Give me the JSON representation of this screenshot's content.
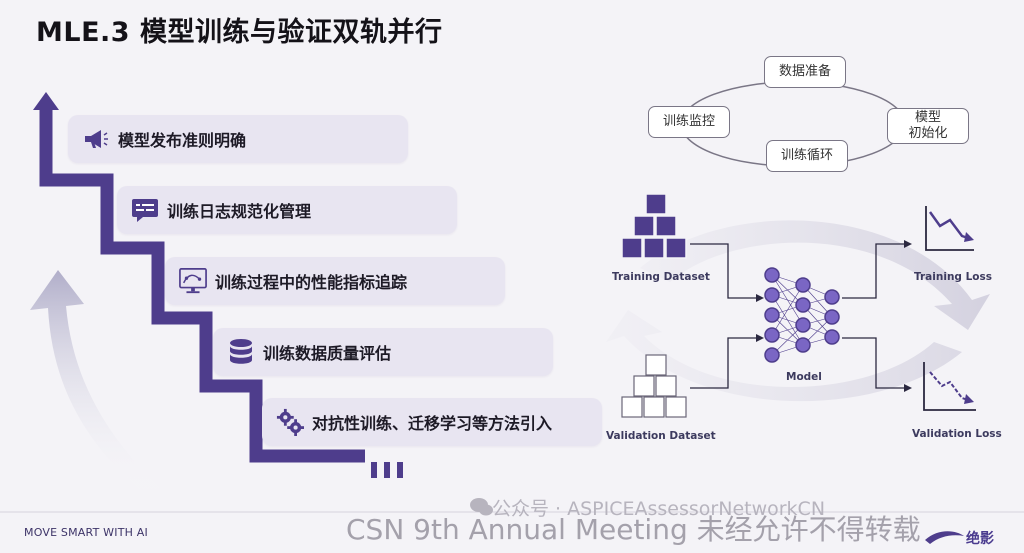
{
  "title": "MLE.3 模型训练与验证双轨并行",
  "steps": [
    {
      "label": "模型发布准则明确",
      "icon": "megaphone-icon"
    },
    {
      "label": "训练日志规范化管理",
      "icon": "log-message-icon"
    },
    {
      "label": "训练过程中的性能指标追踪",
      "icon": "monitor-chart-icon"
    },
    {
      "label": "训练数据质量评估",
      "icon": "database-icon"
    },
    {
      "label": "对抗性训练、迁移学习等方法引入",
      "icon": "gears-icon"
    }
  ],
  "cycle": {
    "data_prep": "数据准备",
    "model_init": "模型\n初始化",
    "train_loop": "训练循环",
    "train_monitor": "训练监控"
  },
  "flow": {
    "training_dataset": "Training Dataset",
    "validation_dataset": "Validation Dataset",
    "model": "Model",
    "training_loss": "Training Loss",
    "validation_loss": "Validation Loss"
  },
  "footer": {
    "tagline": "MOVE SMART WITH AI",
    "wechat_watermark": "公众号 · ASPICEAssessorNetworkCN",
    "event_watermark": "CSN 9th Annual Meeting 未经允许不得转载",
    "logo_text": "绝影"
  },
  "colors": {
    "accent": "#4e3d8c",
    "step_bg": "#e8e5f1",
    "background": "#f4f3f7"
  }
}
